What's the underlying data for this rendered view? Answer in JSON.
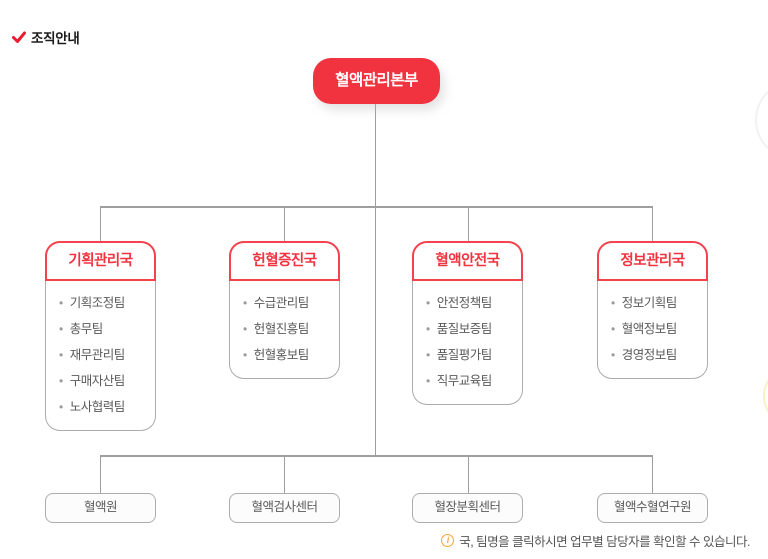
{
  "header": {
    "title": "조직안내",
    "title_icon": "check-icon"
  },
  "org": {
    "root": "혈액관리본부",
    "departments": [
      {
        "name": "기획관리국",
        "teams": [
          "기획조정팀",
          "총무팀",
          "재무관리팀",
          "구매자산팀",
          "노사협력팀"
        ]
      },
      {
        "name": "헌혈증진국",
        "teams": [
          "수급관리팀",
          "헌혈진흥팀",
          "헌혈홍보팀"
        ]
      },
      {
        "name": "혈액안전국",
        "teams": [
          "안전정책팀",
          "품질보증팀",
          "품질평가팀",
          "직무교육팀"
        ]
      },
      {
        "name": "정보관리국",
        "teams": [
          "정보기획팀",
          "혈액정보팀",
          "경영정보팀"
        ]
      }
    ],
    "affiliates": [
      "혈액원",
      "혈액검사센터",
      "혈장분획센터",
      "혈액수혈연구원"
    ]
  },
  "footer": {
    "note_icon": "info-icon",
    "note_icon_glyph": "i",
    "note": "국, 팀명을 클릭하시면 업무별 담당자를 확인할 수 있습니다."
  },
  "colors": {
    "brand_red": "#F1333F",
    "dept_border_red": "#F5434E",
    "line_gray": "#9E9E9E",
    "box_border_gray": "#ACACAC",
    "text_gray": "#5A5A5A",
    "info_orange": "#F2A93B"
  }
}
